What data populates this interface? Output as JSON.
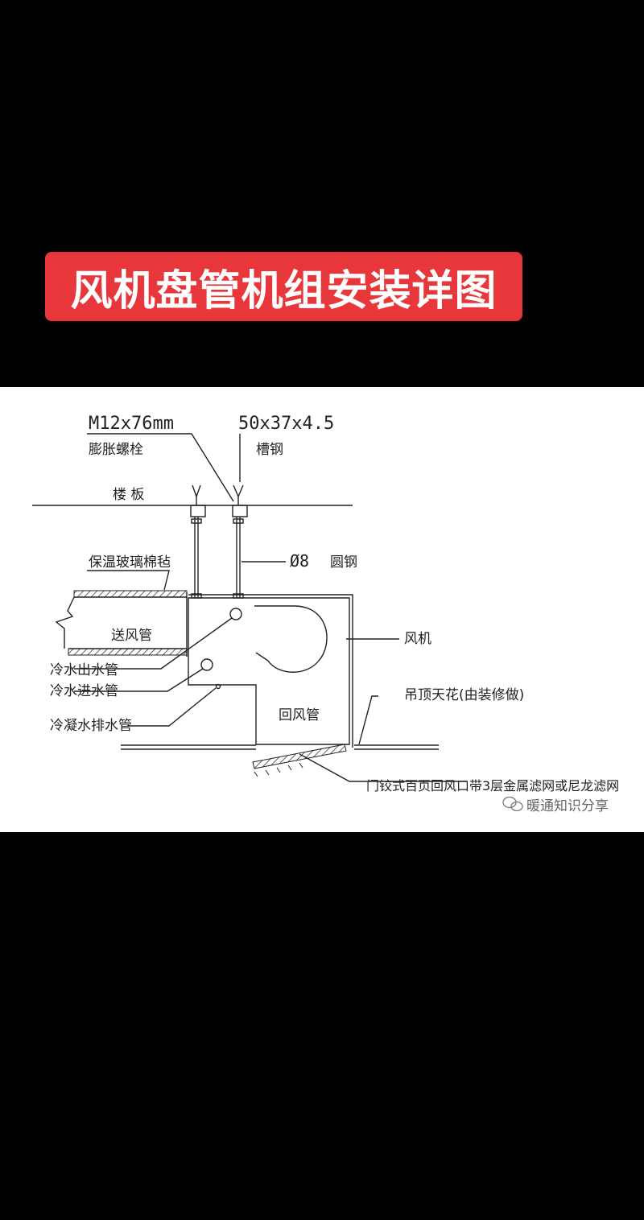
{
  "title": "风机盘管机组安装详图",
  "colors": {
    "title_bg": "#e8373b",
    "title_text": "#ffffff",
    "page_bg": "#000000",
    "drawing_bg": "#ffffff",
    "line": "#222222"
  },
  "labels": {
    "bolt_spec": "M12x76mm",
    "bolt_name": "膨胀螺栓",
    "channel_spec": "50x37x4.5",
    "channel_name": "槽钢",
    "floor_slab": "楼 板",
    "rod_spec": "Ø8",
    "rod_name": "圆钢",
    "insulation": "保温玻璃棉毡",
    "supply_duct": "送风管",
    "fan": "风机",
    "chilled_out": "冷水出水管",
    "chilled_in": "冷水进水管",
    "ceiling": "吊顶天花(由装修做)",
    "condensate": "冷凝水排水管",
    "return_duct": "回风管",
    "return_grille": "门铰式百页回风口带3层金属滤网或尼龙滤网"
  },
  "watermark": {
    "icon": "wechat-icon",
    "text": "暖通知识分享"
  }
}
